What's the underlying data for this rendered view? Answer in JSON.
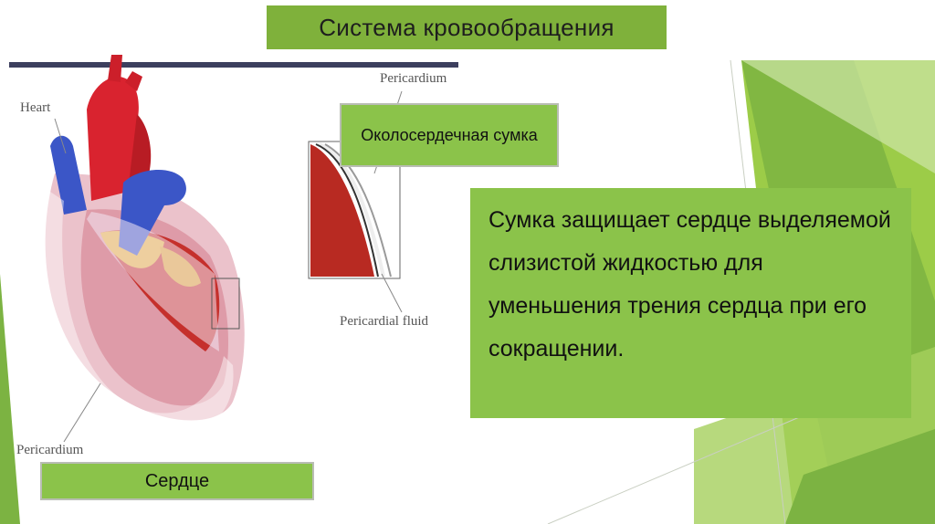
{
  "slide": {
    "title": "Система кровообращения",
    "callout_pericardium": "Околосердечная сумка",
    "caption_heart": "Сердце",
    "description": "Сумка защищает сердце выделяемой  слизистой жидкостью для уменьшения трения сердца при его сокращении."
  },
  "figure": {
    "label_heart": "Heart",
    "label_pericardium_top": "Pericardium",
    "label_pericardium_bottom": "Pericardium",
    "label_pericardial_fluid": "Pericardial fluid"
  },
  "colors": {
    "accent_green": "#8bc34a",
    "title_green": "#7fb13b",
    "artery_red": "#d9232f",
    "vein_blue": "#3b56c7"
  }
}
